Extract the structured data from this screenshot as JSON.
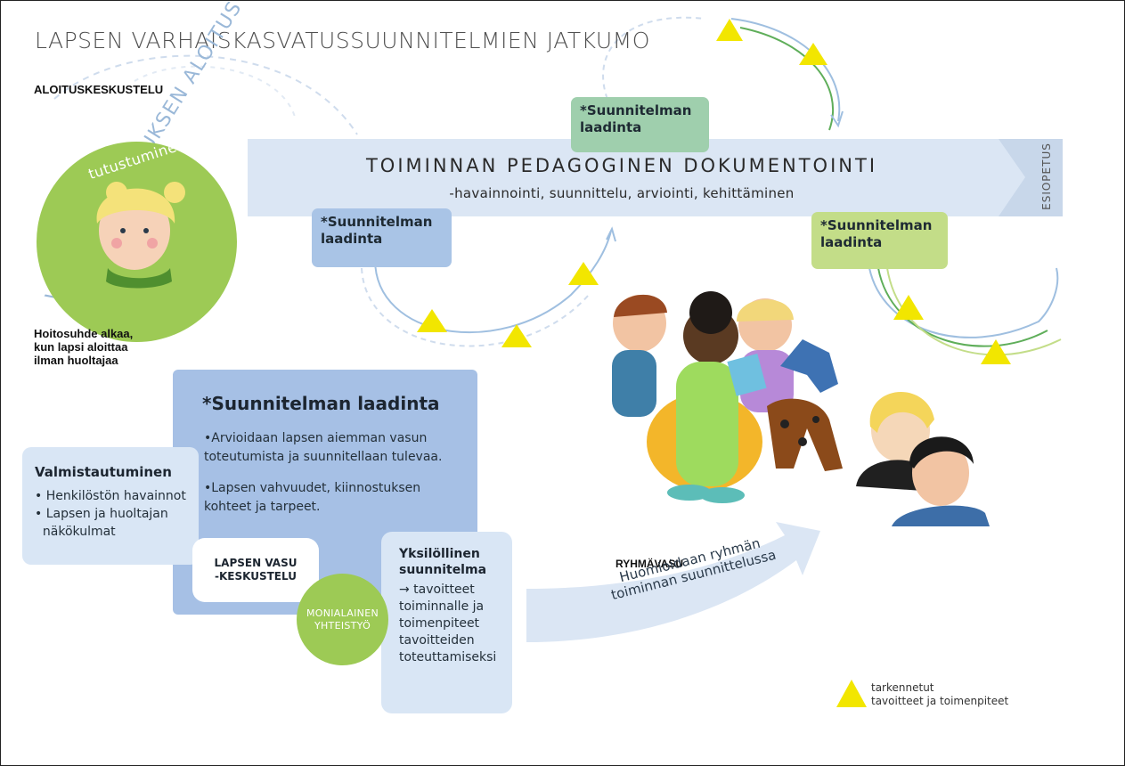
{
  "title": "LAPSEN VARHAISKASVATUSSUUNNITELMIEN JATKUMO",
  "aloituskeskustelu": "ALOITUSKESKUSTELU",
  "arc_label": "VARHAISKASVATUKSEN ALOITUS",
  "circle_label": "tutustuminen",
  "hoitosuhde": [
    "Hoitosuhde alkaa,",
    "kun lapsi aloittaa",
    "ilman huoltajaa"
  ],
  "band": {
    "title": "TOIMINNAN PEDAGOGINEN DOKUMENTOINTI",
    "subtitle": "-havainnointi, suunnittelu, arviointi, kehittäminen",
    "esiopetus": "ESIOPETUS"
  },
  "tags": {
    "green": [
      "*Suunnitelman",
      "laadinta"
    ],
    "blue": [
      "*Suunnitelman",
      "laadinta"
    ],
    "lime": [
      "*Suunnitelman",
      "laadinta"
    ]
  },
  "suunnitelma": {
    "title": "*Suunnitelman laadinta",
    "point1": "•Arvioidaan lapsen aiemman vasun toteutumista ja suunnitellaan tulevaa.",
    "point2": "•Lapsen vahvuudet, kiinnostuksen kohteet ja tarpeet."
  },
  "valmistautuminen": {
    "title": "Valmistautuminen",
    "items": [
      "• Henkilöstön havainnot",
      "• Lapsen ja huoltajan",
      "  näkökulmat"
    ]
  },
  "vasu_keskustelu": [
    "LAPSEN VASU",
    "-KESKUSTELU"
  ],
  "monialainen": [
    "MONIALAINEN",
    "YHTEISTYÖ"
  ],
  "yksilollinen": {
    "title": [
      "Yksilöllinen",
      "suunnitelma"
    ],
    "text": [
      "→ tavoitteet",
      "toiminnalle ja",
      "toimenpiteet",
      "tavoitteiden",
      "toteuttamiseksi"
    ]
  },
  "ryhmavasu": "RYHMÄVASU",
  "ryhma_arrow": [
    "Huomioidaan ryhmän",
    "toiminnan suunnittelussa"
  ],
  "legend": [
    "tarkennetut",
    "tavoitteet ja toimenpiteet"
  ],
  "colors": {
    "band": "#dbe6f4",
    "green": "#9dca55",
    "triangle": "#f2e600",
    "arrow_blue": "#9fbfe0",
    "arrow_green": "#5fae5a"
  }
}
